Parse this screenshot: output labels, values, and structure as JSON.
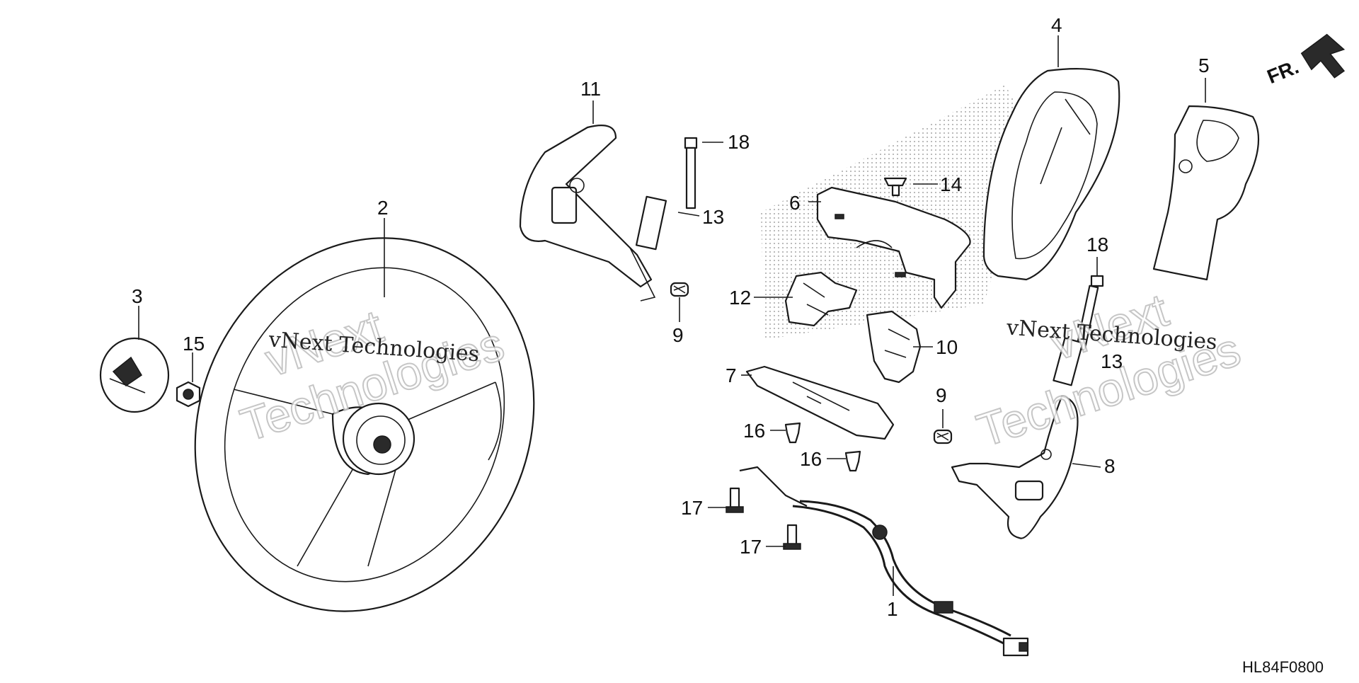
{
  "diagram": {
    "front_indicator": "FR.",
    "drawing_code": "HL84F0800",
    "watermark": {
      "brand": "vNext",
      "word": "Technologies",
      "full": "vNext Technologies"
    },
    "callouts": {
      "c1": "1",
      "c2": "2",
      "c3": "3",
      "c4": "4",
      "c5": "5",
      "c6": "6",
      "c7": "7",
      "c8": "8",
      "c9a": "9",
      "c9b": "9",
      "c10": "10",
      "c11": "11",
      "c12": "12",
      "c13a": "13",
      "c13b": "13",
      "c14": "14",
      "c15": "15",
      "c16a": "16",
      "c16b": "16",
      "c17a": "17",
      "c17b": "17",
      "c18a": "18",
      "c18b": "18"
    }
  }
}
